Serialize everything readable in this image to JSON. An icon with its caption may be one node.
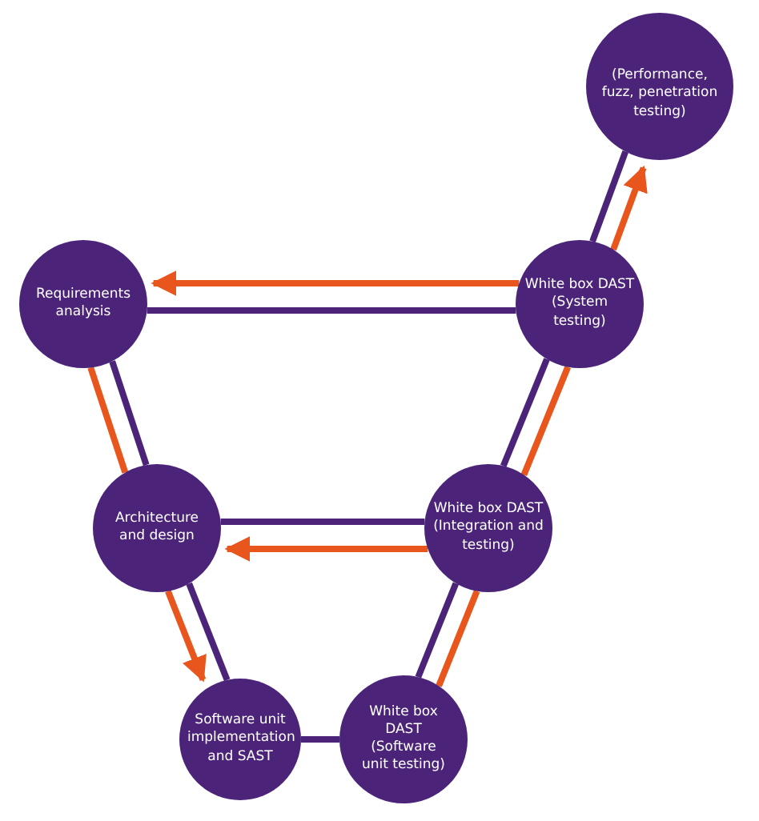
{
  "diagram": {
    "nodes": [
      {
        "text": [
          "Requirements analysis"
        ]
      },
      {
        "text": [
          "White box DAST (System testing)"
        ]
      },
      {
        "text": [
          "(Performance, fuzz, penetration testing)"
        ]
      },
      {
        "text": [
          "Architecture and design"
        ]
      },
      {
        "text": [
          "White box DAST (Integration and testing)"
        ]
      },
      {
        "text": [
          "Software unit implementation and SAST"
        ]
      },
      {
        "text": [
          "White box DAST (Software unit testing)"
        ]
      }
    ],
    "edges": [
      {
        "from": 0,
        "to": 1,
        "arrow": "none"
      },
      {
        "from": 1,
        "to": 0,
        "arrow": "to",
        "color": "#e8561e"
      },
      {
        "from": 0,
        "to": 3,
        "arrow": "none"
      },
      {
        "from": 0,
        "to": 3,
        "arrow": "none",
        "color": "#e8561e"
      },
      {
        "from": 3,
        "to": 4,
        "arrow": "none"
      },
      {
        "from": 4,
        "to": 3,
        "arrow": "to",
        "color": "#e8561e"
      },
      {
        "from": 3,
        "to": 5,
        "arrow": "none"
      },
      {
        "from": 3,
        "to": 5,
        "arrow": "to",
        "color": "#e8561e"
      },
      {
        "from": 5,
        "to": 6,
        "arrow": "none"
      },
      {
        "from": 6,
        "to": 4,
        "arrow": "none"
      },
      {
        "from": 6,
        "to": 4,
        "arrow": "none",
        "color": "#e8561e"
      },
      {
        "from": 4,
        "to": 1,
        "arrow": "none"
      },
      {
        "from": 4,
        "to": 1,
        "arrow": "none",
        "color": "#e8561e"
      },
      {
        "from": 1,
        "to": 2,
        "arrow": "none"
      },
      {
        "from": 1,
        "to": 2,
        "arrow": "to",
        "color": "#e8561e"
      }
    ]
  }
}
